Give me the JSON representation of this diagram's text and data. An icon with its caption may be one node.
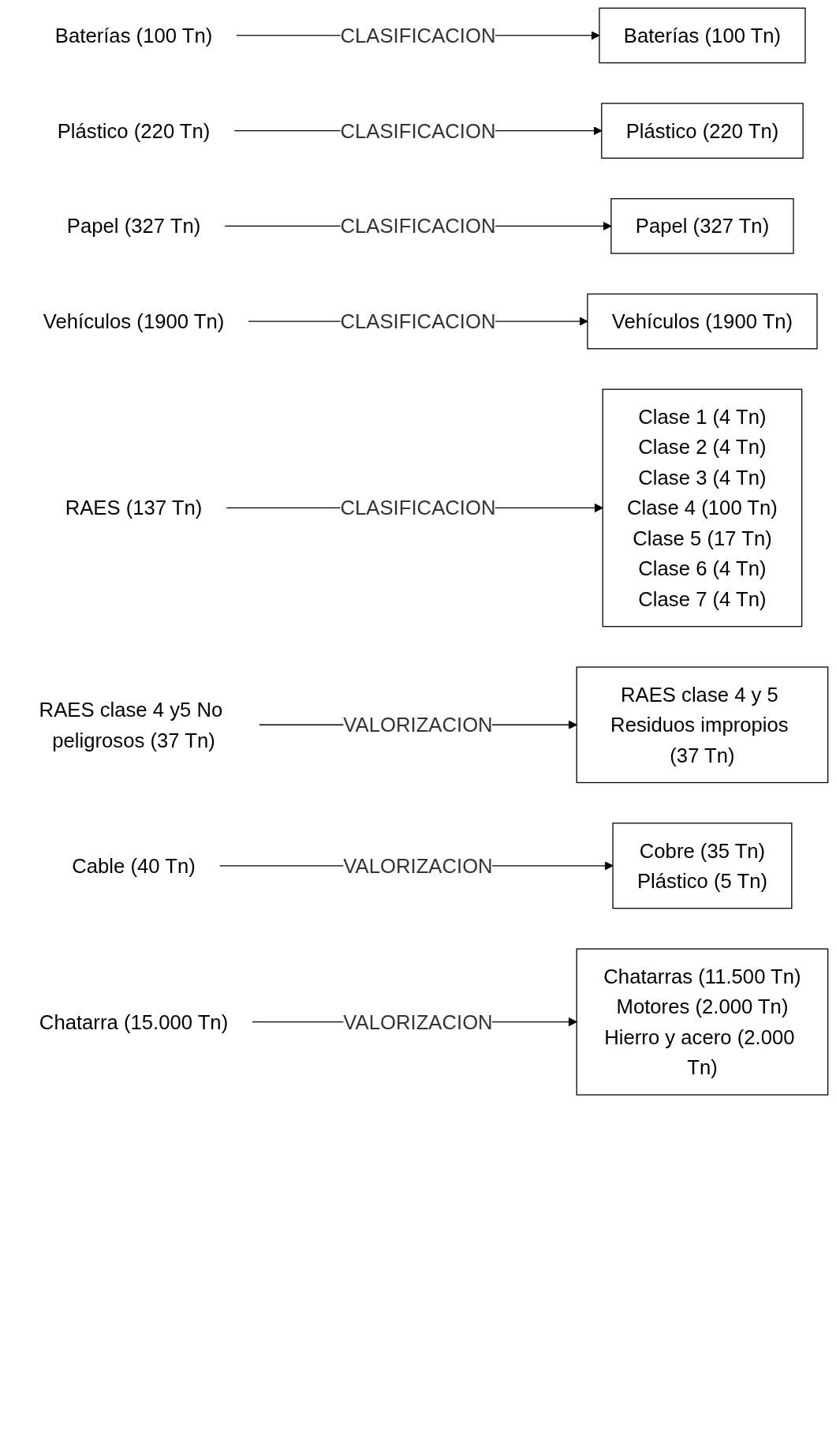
{
  "diagram": {
    "nodes": [
      {
        "text": [
          "Baterías (100 Tn)"
        ]
      },
      {
        "text": [
          "Baterías (100 Tn)"
        ]
      },
      {
        "text": [
          "Plástico (220 Tn)"
        ]
      },
      {
        "text": [
          "Plástico (220 Tn)"
        ]
      },
      {
        "text": [
          "Papel (327 Tn)"
        ]
      },
      {
        "text": [
          "Papel (327 Tn)"
        ]
      },
      {
        "text": [
          "Vehículos (1900 Tn)"
        ]
      },
      {
        "text": [
          "Vehículos (1900 Tn)"
        ]
      },
      {
        "text": [
          "RAES (137 Tn)"
        ]
      },
      {
        "text": [
          "Clase 1 (4 Tn)",
          "Clase 2 (4 Tn)",
          "Clase 3 (4 Tn)",
          "Clase 4 (100 Tn)",
          "Clase 5 (17 Tn)",
          "Clase 6 (4 Tn)",
          "Clase 7 (4 Tn)"
        ]
      },
      {
        "text": [
          "RAES clase 4 y5 No peligrosos (37 Tn)"
        ]
      },
      {
        "text": [
          "RAES clase 4 y 5 Residuos impropios (37 Tn)"
        ]
      },
      {
        "text": [
          "Cable (40 Tn)"
        ]
      },
      {
        "text": [
          "Cobre (35 Tn)",
          "Plástico (5 Tn)"
        ]
      },
      {
        "text": [
          "Chatarra (15.000 Tn)"
        ]
      },
      {
        "text": [
          "Chatarras (11.500 Tn)",
          "Motores (2.000 Tn)",
          "Hierro y acero (2.000 Tn)"
        ]
      }
    ],
    "edges": [
      {
        "from": 0,
        "to": 1,
        "arrow": "to",
        "label": "CLASIFICACION"
      },
      {
        "from": 2,
        "to": 3,
        "arrow": "to",
        "label": "CLASIFICACION"
      },
      {
        "from": 4,
        "to": 5,
        "arrow": "to",
        "label": "CLASIFICACION"
      },
      {
        "from": 6,
        "to": 7,
        "arrow": "to",
        "label": "CLASIFICACION"
      },
      {
        "from": 8,
        "to": 9,
        "arrow": "to",
        "label": "CLASIFICACION"
      },
      {
        "from": 10,
        "to": 11,
        "arrow": "to",
        "label": "VALORIZACION"
      },
      {
        "from": 12,
        "to": 13,
        "arrow": "to",
        "label": "VALORIZACION"
      },
      {
        "from": 14,
        "to": 15,
        "arrow": "to",
        "label": "VALORIZACION"
      }
    ]
  }
}
